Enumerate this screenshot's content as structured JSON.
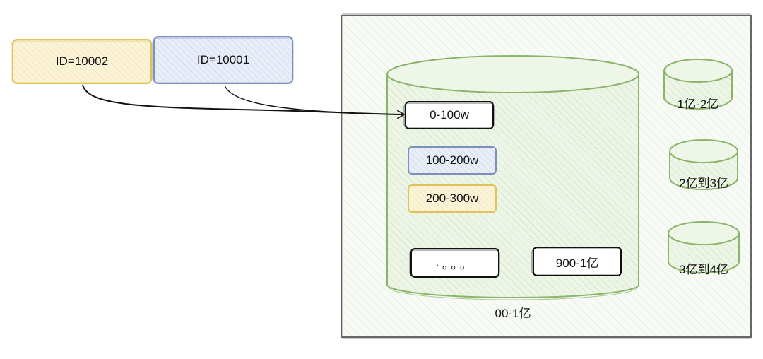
{
  "ids": [
    {
      "label": "ID=10002",
      "color": "#e0c25a",
      "fill": "#f8f0d4"
    },
    {
      "label": "ID=10001",
      "color": "#7c90bd",
      "fill": "#e4eaf6"
    }
  ],
  "container": {
    "label": "00-1亿",
    "border_color": "#666666"
  },
  "main_db": {
    "stroke": "#8ab46a",
    "fill": "#edf5e7"
  },
  "ranges": [
    {
      "label": "0-100w",
      "color": "#111111",
      "fill": "#ffffff"
    },
    {
      "label": "100-200w",
      "color": "#7c90bd",
      "fill": "#e4eaf6"
    },
    {
      "label": "200-300w",
      "color": "#e0c25a",
      "fill": "#f8f0d4"
    },
    {
      "label": "·。。。",
      "color": "#111111",
      "fill": "#ffffff"
    },
    {
      "label": "900-1亿",
      "color": "#111111",
      "fill": "#ffffff"
    }
  ],
  "side_dbs": [
    {
      "label": "1亿-2亿"
    },
    {
      "label": "2亿到3亿"
    },
    {
      "label": "3亿到4亿"
    }
  ]
}
